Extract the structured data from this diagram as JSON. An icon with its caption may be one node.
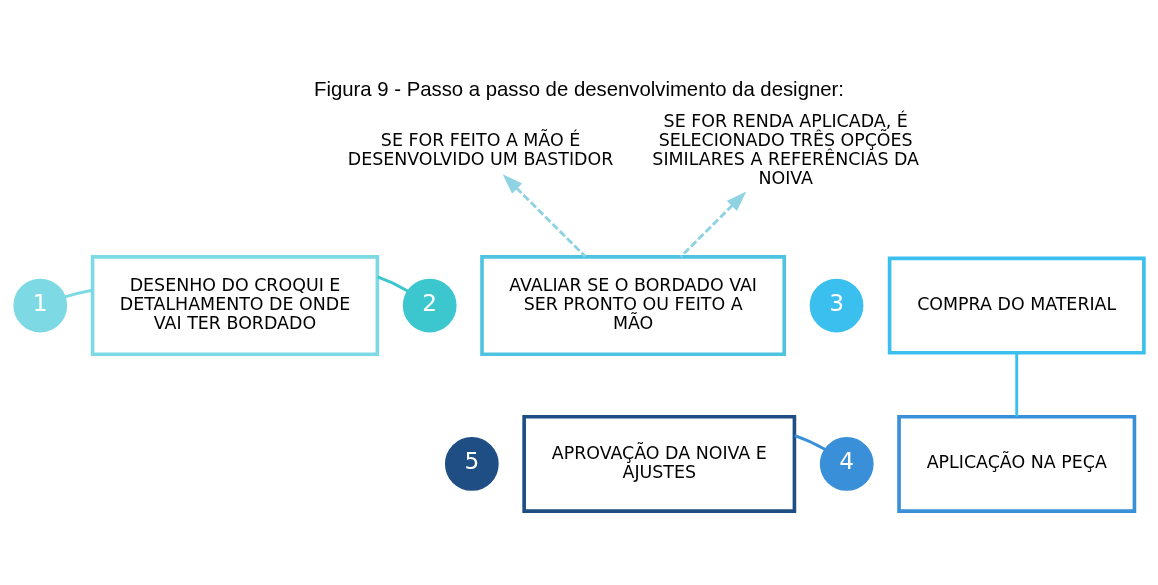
{
  "diagram": {
    "title": "Figura 9 - Passo a passo de desenvolvimento da designer:",
    "nodes": [
      {
        "text": [
          "1"
        ]
      },
      {
        "text": [
          "DESENHO DO CROQUI E DETALHAMENTO DE ONDE VAI TER BORDADO"
        ]
      },
      {
        "text": [
          "2"
        ]
      },
      {
        "text": [
          "AVALIAR SE O BORDADO VAI SER PRONTO OU FEITO A MÃO"
        ]
      },
      {
        "text": [
          "3"
        ]
      },
      {
        "text": [
          "COMPRA DO MATERIAL"
        ]
      },
      {
        "text": [
          "4"
        ]
      },
      {
        "text": [
          "APLICAÇÃO NA PEÇA"
        ]
      },
      {
        "text": [
          "5"
        ]
      },
      {
        "text": [
          "APROVAÇÃO DA NOIVA E AJUSTES"
        ]
      },
      {
        "text": [
          "SE FOR FEITO A MÃO É DESENVOLVIDO UM BASTIDOR"
        ]
      },
      {
        "text": [
          "SE FOR RENDA APLICADA, É SELECIONADO TRÊS OPÇÕES SIMILARES A REFERÊNCIAS DA NOIVA"
        ]
      }
    ],
    "edges": [
      {
        "from": 0,
        "to": 1,
        "arrow": "none",
        "color": "#7dd9e3"
      },
      {
        "from": 1,
        "to": 2,
        "arrow": "none",
        "color": "#3cc7cf"
      },
      {
        "from": 3,
        "to": 10,
        "arrow": "to",
        "style": "dashed",
        "color": "#8fd3e3"
      },
      {
        "from": 3,
        "to": 11,
        "arrow": "to",
        "style": "dashed",
        "color": "#8fd3e3"
      },
      {
        "from": 5,
        "to": 7,
        "arrow": "none",
        "color": "#3bbfee"
      },
      {
        "from": 9,
        "to": 6,
        "arrow": "none",
        "color": "#3a8fd9"
      }
    ]
  }
}
